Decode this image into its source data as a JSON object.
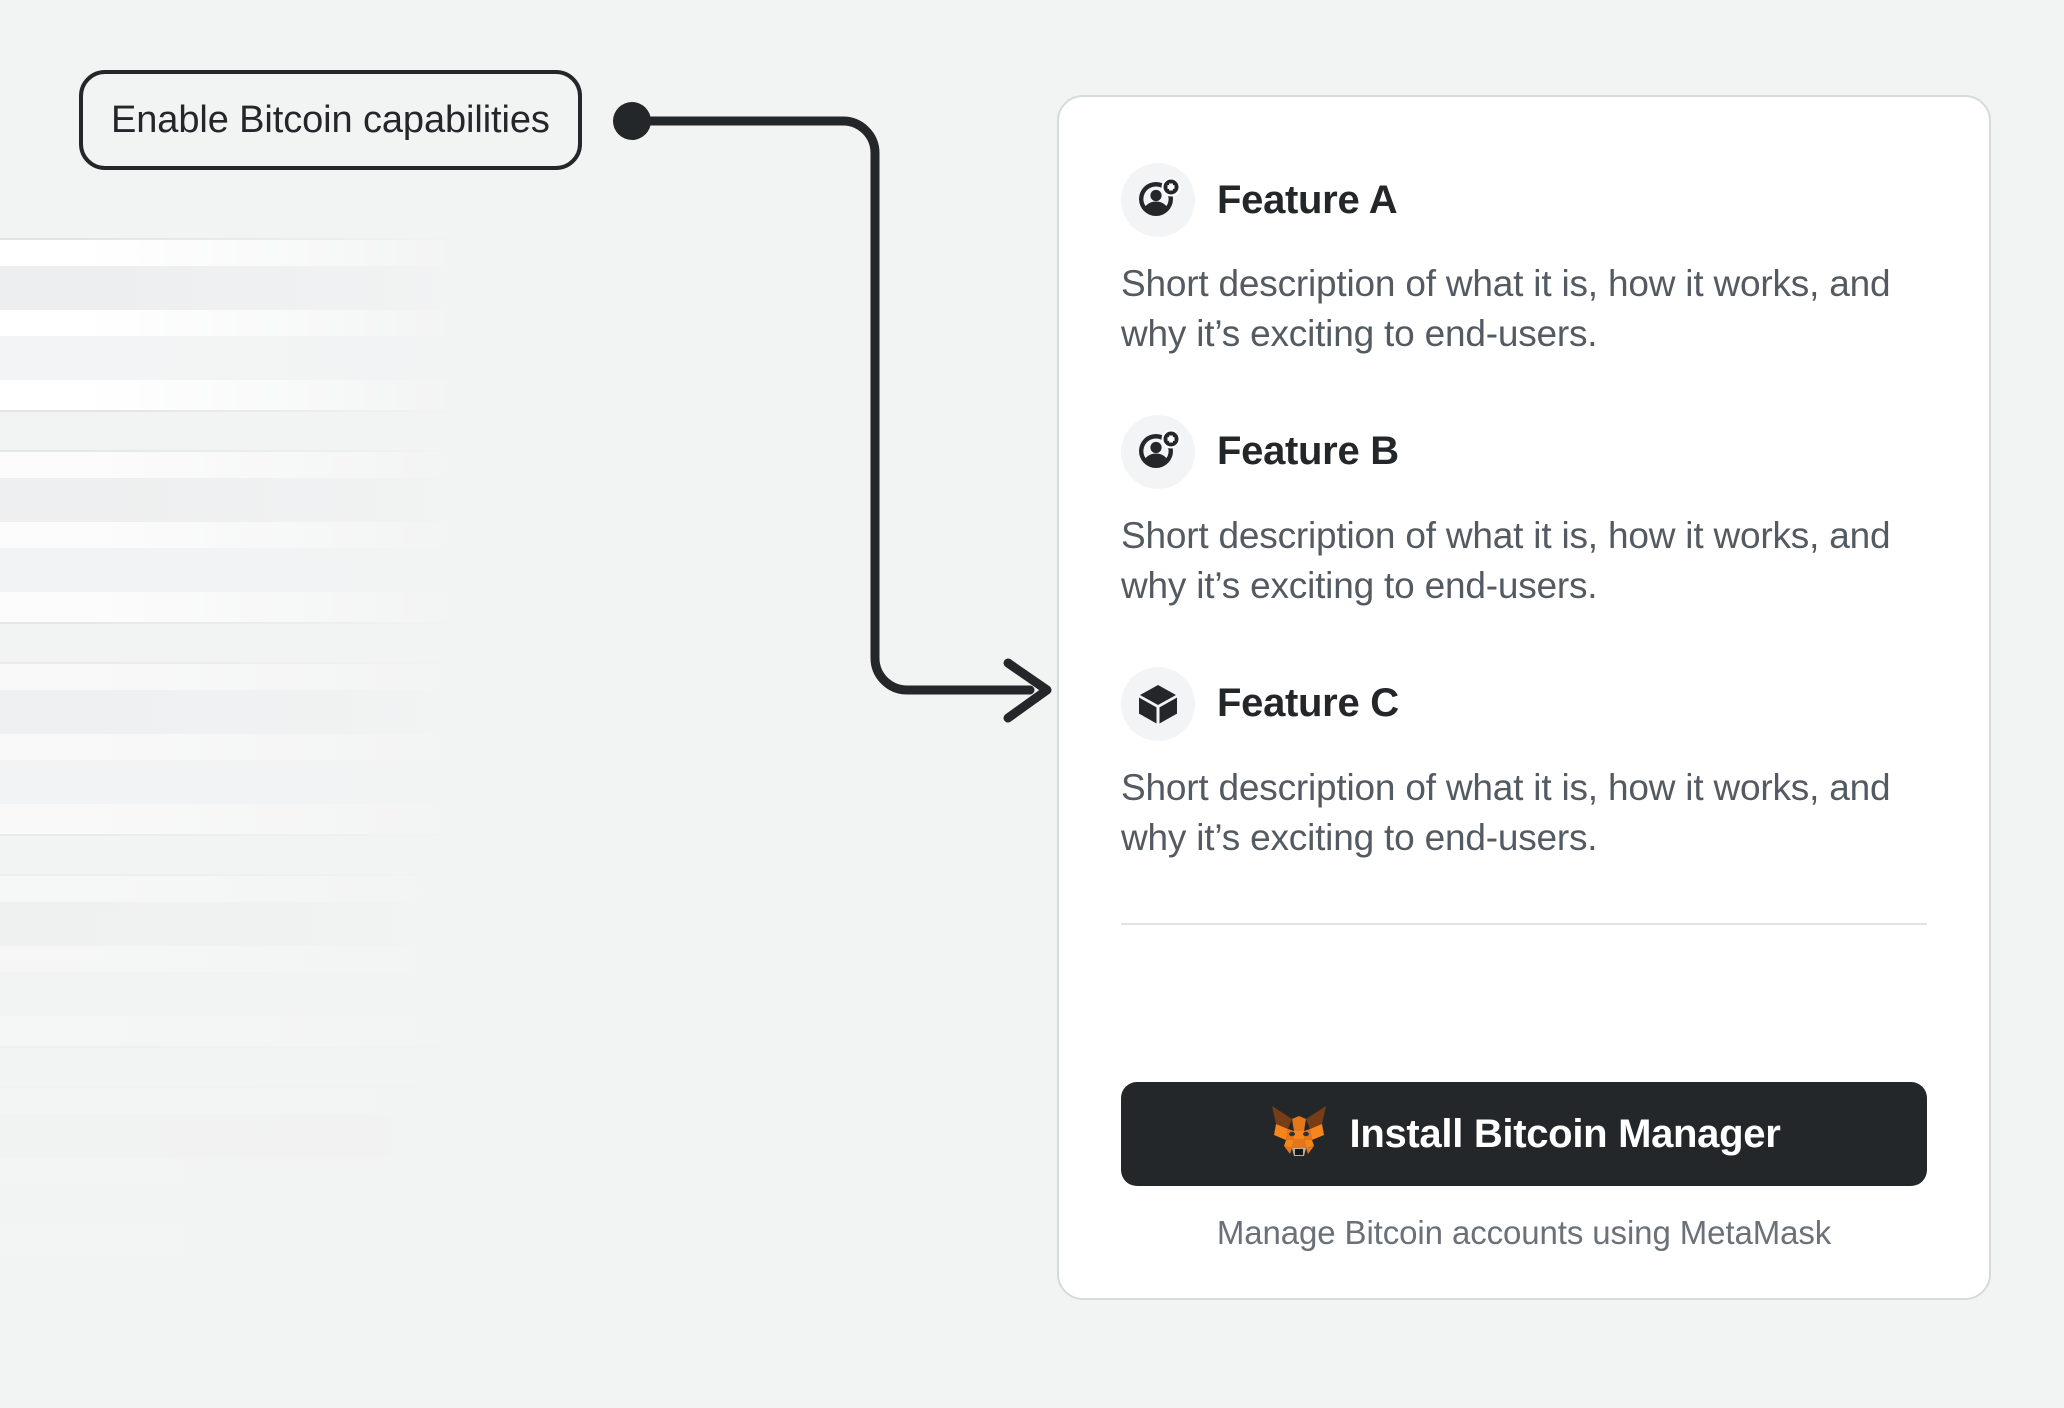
{
  "annotation": {
    "label": "Enable Bitcoin capabilities",
    "connector_icon": "arrow-connector-icon",
    "dot_icon": "connector-dot-icon"
  },
  "skeleton": {
    "placeholder_rows": [
      {
        "bar_primary": "",
        "bar_secondary": ""
      },
      {
        "bar_primary": "",
        "bar_secondary": ""
      },
      {
        "bar_primary": "",
        "bar_secondary": ""
      },
      {
        "bar_primary": "",
        "bar_secondary": ""
      },
      {
        "bar_primary": "",
        "bar_secondary": ""
      }
    ]
  },
  "card": {
    "features": [
      {
        "icon": "add-user-icon",
        "title": "Feature A",
        "description": "Short description of what it is, how it works, and why it’s exciting to end-users."
      },
      {
        "icon": "add-user-icon",
        "title": "Feature B",
        "description": "Short description of what it is, how it works, and why it’s exciting to end-users."
      },
      {
        "icon": "cube-icon",
        "title": "Feature C",
        "description": "Short description of what it is, how it works, and why it’s exciting to end-users."
      }
    ],
    "footer": {
      "install_button_label": "Install Bitcoin Manager",
      "install_button_icon": "metamask-fox-icon",
      "caption": "Manage Bitcoin accounts using MetaMask"
    }
  },
  "colors": {
    "background": "#f2f3f3",
    "card_background": "#ffffff",
    "card_border": "#d6dadd",
    "ink": "#24272a",
    "body_text": "#535a61",
    "caption_text": "#6a7178",
    "icon_circle": "#f2f4f6",
    "divider": "#e0e3e6",
    "skeleton_bar": "#eceef0",
    "button_background": "#24272a",
    "button_text": "#ffffff",
    "fox_orange": "#e4761b",
    "fox_dark_orange": "#763d16",
    "fox_cream": "#c0ad9e"
  }
}
